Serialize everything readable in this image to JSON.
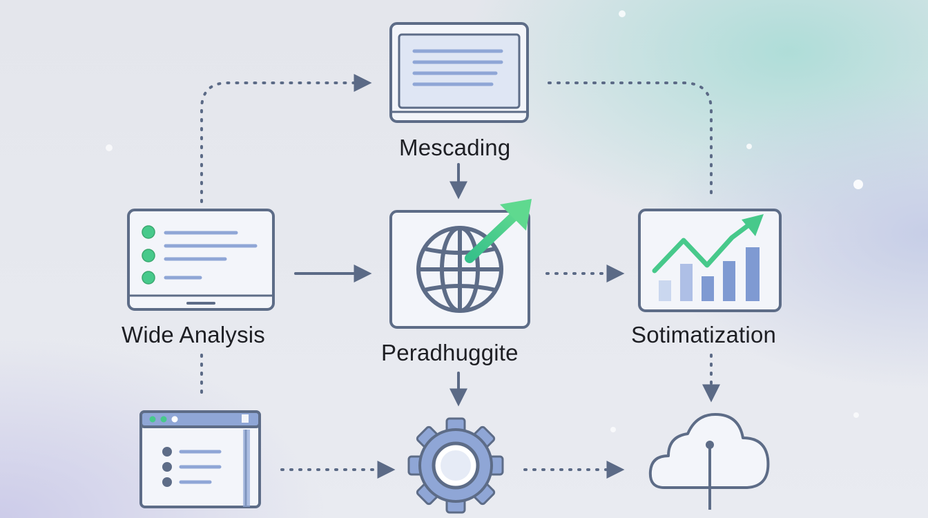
{
  "nodes": {
    "top": {
      "label": "Mescading",
      "icon": "monitor-icon"
    },
    "left": {
      "label": "Wide Analysis",
      "icon": "laptop-list-icon"
    },
    "center": {
      "label": "Peradhuggite",
      "icon": "globe-growth-icon"
    },
    "right": {
      "label": "Sotimatization",
      "icon": "bar-chart-growth-icon"
    },
    "bottom_left": {
      "label": "",
      "icon": "browser-window-icon"
    },
    "bottom_center": {
      "label": "",
      "icon": "gear-icon"
    },
    "bottom_right": {
      "label": "",
      "icon": "cloud-icon"
    }
  },
  "edges": [
    {
      "from": "left",
      "to": "top",
      "style": "dotted"
    },
    {
      "from": "top",
      "to": "right",
      "style": "dotted"
    },
    {
      "from": "top",
      "to": "center",
      "style": "solid"
    },
    {
      "from": "left",
      "to": "center",
      "style": "solid"
    },
    {
      "from": "center",
      "to": "right",
      "style": "dotted"
    },
    {
      "from": "left",
      "to": "bottom_left",
      "style": "dotted"
    },
    {
      "from": "center",
      "to": "bottom_center",
      "style": "solid"
    },
    {
      "from": "right",
      "to": "bottom_right",
      "style": "dotted"
    },
    {
      "from": "bottom_left",
      "to": "bottom_center",
      "style": "dotted"
    },
    {
      "from": "bottom_center",
      "to": "bottom_right",
      "style": "dotted"
    }
  ],
  "colors": {
    "stroke": "#5d6c87",
    "panel_fill": "#f3f5fa",
    "screen_fill": "#dfe6f4",
    "line_blue": "#8fa6d6",
    "accent_green": "#47c98b",
    "bar_blue": "#7f9ad2",
    "arrow": "#5b6a86"
  }
}
